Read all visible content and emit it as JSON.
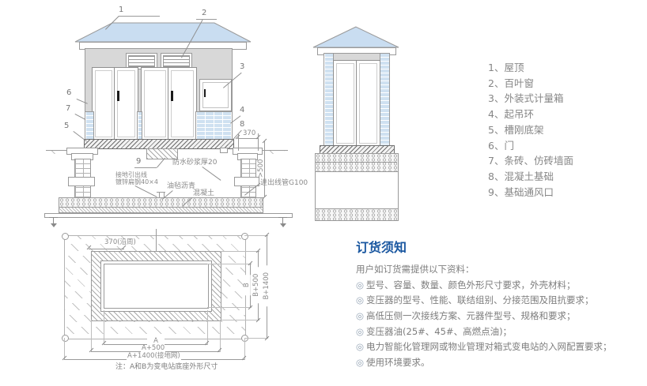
{
  "legend": {
    "items": [
      "1、屋顶",
      "2、百叶窗",
      "3、外装式计量箱",
      "4、起吊环",
      "5、槽刚底架",
      "6、门",
      "7、条砖、仿砖墙面",
      "8、混凝土基础",
      "9、基础通风口"
    ]
  },
  "order_notice": {
    "title": "订货须知",
    "intro": "用户如订货需提供以下资料：",
    "bullet": "◎",
    "items": [
      "型号、容量、数量、颜色外形尺寸要求，外壳材料；",
      "变压器的型号、性能、联结组别、分接范围及阻抗要求；",
      "高低压侧一次接线方案、元器件型号、规格和要求；",
      "变压器油(25#、45#、高燃点油)；",
      "电力智能化管理网或物业管理对箱式变电站的入网配置要求；",
      "使用环境要求。"
    ]
  },
  "front_view": {
    "callouts": [
      "1",
      "2",
      "3",
      "4",
      "5",
      "6",
      "7",
      "8",
      "9"
    ],
    "dim_370": "370",
    "dim_gt500": ">500",
    "ann_waterproof": "防水砂浆厚20",
    "ann_ground_1": "接地引出线",
    "ann_ground_2": "镀锌扁钢40×4",
    "ann_asphalt": "油毡沥青",
    "ann_concrete": "混凝土",
    "ann_conduit": "进出线管G100"
  },
  "plan_view": {
    "dim_ring": "370(沿周)",
    "dim_a": "A",
    "dim_a500": "A+500",
    "dim_a1400": "A+1400(接地网)",
    "dim_b": "B",
    "dim_b500": "B+500",
    "dim_b1400": "B+1400",
    "note": "注：A和B为变电站底座外形尺寸"
  },
  "colors": {
    "roof_blue": "#c9ddf1",
    "brick_blue": "#cfe1f1",
    "wall_gray": "#d8d8d8",
    "title_blue": "#1a57a0"
  }
}
